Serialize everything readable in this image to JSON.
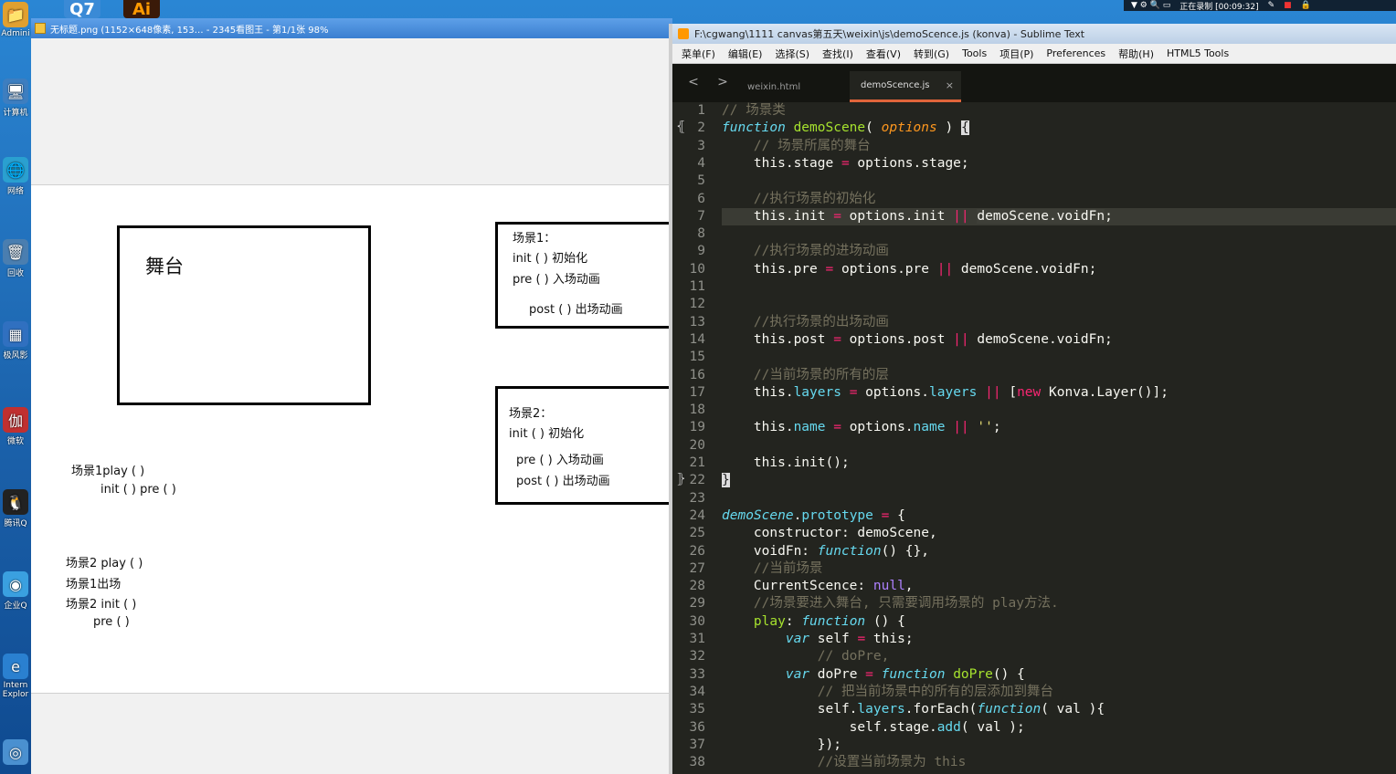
{
  "desktop": {
    "top_icons": [
      {
        "label": "Q7",
        "color": "#3a8ad6"
      },
      {
        "label": "Ai",
        "color": "#3a1a08"
      }
    ],
    "icons": [
      {
        "label": "Admini",
        "glyph": "📁"
      },
      {
        "label": "计算机",
        "glyph": "🖥"
      },
      {
        "label": "网络",
        "glyph": "🌐"
      },
      {
        "label": "回收",
        "glyph": "🗑"
      },
      {
        "label": "极风影",
        "glyph": "▦"
      },
      {
        "label": "微软",
        "glyph": "伽"
      },
      {
        "label": "腾讯Q",
        "glyph": "🐧"
      },
      {
        "label": "企业Q",
        "glyph": "◉"
      },
      {
        "label": "Intern Explor",
        "glyph": "e"
      },
      {
        "label": "",
        "glyph": "◎"
      }
    ],
    "tray_recording": "正在录制 [00:09:32]"
  },
  "viewer": {
    "title": "无标题.png (1152×648像素, 153… - 2345看图王 - 第1/1张 98%",
    "drawing": {
      "stage_label": "舞台",
      "scene1_box": [
        "场景1：",
        "init ( ) 初始化",
        "pre ( ) 入场动画",
        "post ( ) 出场动画"
      ],
      "scene2_box": [
        "场景2：",
        "init ( ) 初始化",
        "pre ( ) 入场动画",
        "post ( ) 出场动画"
      ],
      "notes1": [
        "场景1play ( )",
        "init ( )  pre ( )"
      ],
      "notes2": [
        "场景2 play ( )",
        "场景1出场",
        "场景2 init ( )",
        "pre ( )"
      ]
    }
  },
  "sublime": {
    "title": "F:\\cgwang\\1111 canvas第五天\\weixin\\js\\demoScence.js (konva) - Sublime Text",
    "menu": [
      "菜单(F)",
      "编辑(E)",
      "选择(S)",
      "查找(I)",
      "查看(V)",
      "转到(G)",
      "Tools",
      "项目(P)",
      "Preferences",
      "帮助(H)",
      "HTML5 Tools"
    ],
    "tabs": [
      {
        "label": "weixin.html",
        "active": false
      },
      {
        "label": "demoScence.js",
        "active": true
      }
    ],
    "close_glyph": "×",
    "nav_back": "<",
    "nav_forward": ">",
    "current_line": 7
  }
}
